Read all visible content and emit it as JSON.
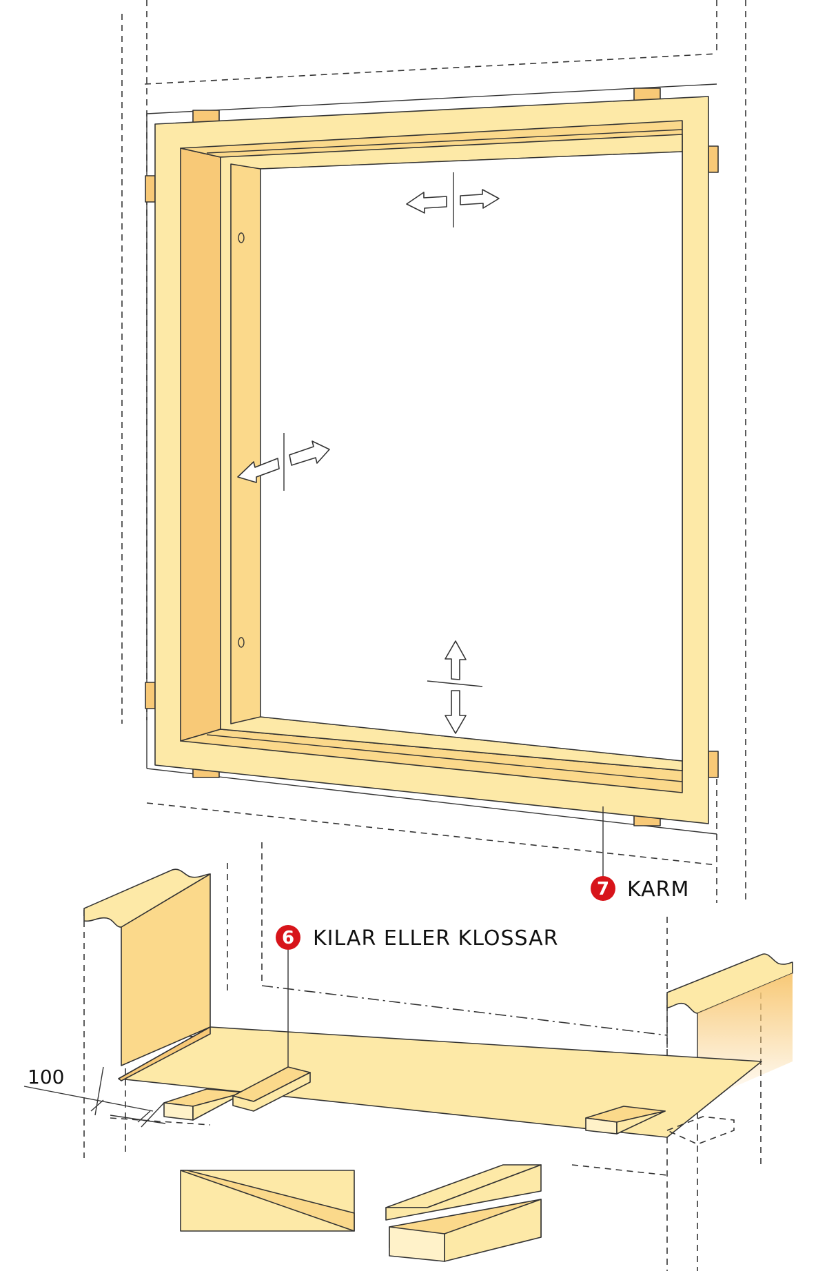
{
  "labels": {
    "karm": {
      "number": "7",
      "text": "KARM"
    },
    "kilar": {
      "number": "6",
      "text": "KILAR ELLER KLOSSAR"
    },
    "dimension": "100"
  },
  "colors": {
    "wood_light": "#fde9a7",
    "wood_mid": "#fbd98b",
    "wood_dark": "#f8c977",
    "wood_pale": "#fff2c9",
    "badge_red": "#d7141a",
    "line": "#333333"
  }
}
